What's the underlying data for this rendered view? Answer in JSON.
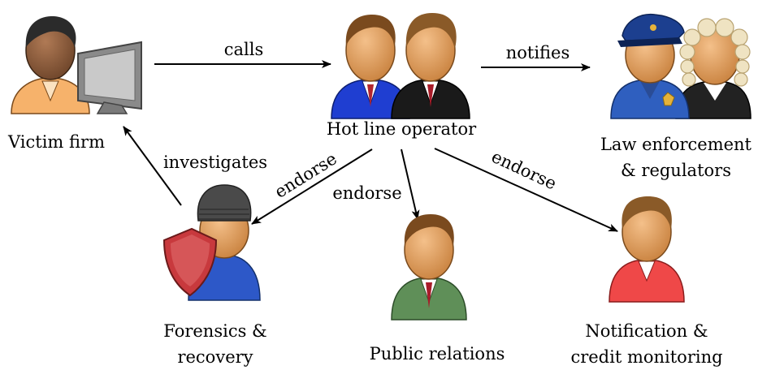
{
  "nodes": {
    "victim": {
      "label": "Victim firm"
    },
    "operator": {
      "label": "Hot line operator"
    },
    "law": {
      "line1": "Law enforcement",
      "line2": "& regulators"
    },
    "forensics": {
      "line1": "Forensics &",
      "line2": "recovery"
    },
    "pr": {
      "label": "Public relations"
    },
    "notification": {
      "line1": "Notification &",
      "line2": "credit monitoring"
    }
  },
  "edges": {
    "calls": "calls",
    "notifies": "notifies",
    "investigates": "investigates",
    "endorse_forensics": "endorse",
    "endorse_pr": "endorse",
    "endorse_notification": "endorse"
  },
  "colors": {
    "victim_shirt": "#f6b26b",
    "operator1_suit": "#1f3ed1",
    "operator2_suit": "#1a1a1a",
    "police_uniform": "#2f5fbf",
    "judge_robe": "#222222",
    "forensics_jacket": "#2d58c8",
    "shield": "#c8393d",
    "pr_suit": "#5f8f58",
    "notification_suit": "#ef4848",
    "skin": "#e0a46a"
  }
}
